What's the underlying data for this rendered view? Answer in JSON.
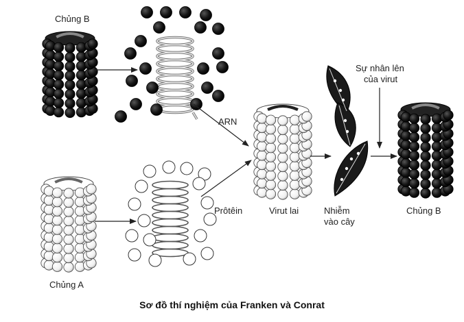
{
  "title": "Sơ đồ thí nghiệm của Franken và Conrat",
  "labels": {
    "strain_b": "Chủng B",
    "strain_a": "Chủng A",
    "rna": "ARN",
    "protein": "Prôtêin",
    "hybrid_virus": "Virut lai",
    "infect_line1": "Nhiễm",
    "infect_line2": "vào cây",
    "replication_line1": "Sự nhân lên",
    "replication_line2": "của virut",
    "result_strain_b": "Chủng B"
  },
  "colors": {
    "ink": "#111111",
    "paper": "#ffffff",
    "line": "#333333"
  },
  "icons": [
    "virus-strain-b-icon",
    "virus-strain-a-icon",
    "rna-coil-icon",
    "protein-subunit-icon",
    "hybrid-virus-icon",
    "infected-leaves-icon",
    "virus-result-b-icon"
  ]
}
